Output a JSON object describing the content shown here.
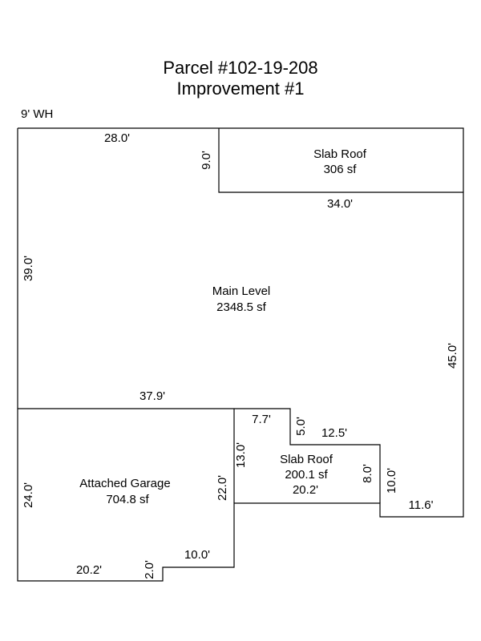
{
  "title": {
    "line1": "Parcel #102-19-208",
    "line2": "Improvement #1"
  },
  "wall_height_note": "9' WH",
  "areas": {
    "slab_roof_top": {
      "name": "Slab Roof",
      "size": "306 sf"
    },
    "main_level": {
      "name": "Main Level",
      "size": "2348.5 sf"
    },
    "attached_garage": {
      "name": "Attached Garage",
      "size": "704.8 sf"
    },
    "slab_roof_bottom": {
      "name": "Slab Roof",
      "size": "200.1 sf",
      "extra": "20.2'"
    }
  },
  "dimensions": {
    "top_left": "28.0'",
    "slab_top_height": "9.0'",
    "slab_top_width": "34.0'",
    "left_height": "39.0'",
    "right_height": "45.0'",
    "main_bottom": "37.9'",
    "notch_width": "7.7'",
    "notch_height": "5.0'",
    "step_width": "12.5'",
    "bottom_slab_left": "13.0'",
    "bottom_slab_right": "8.0'",
    "right_lower": "10.0'",
    "right_bottom": "11.6'",
    "garage_left": "24.0'",
    "garage_right": "22.0'",
    "garage_bottom": "20.2'",
    "garage_step": "2.0'",
    "garage_top_step": "10.0'"
  }
}
